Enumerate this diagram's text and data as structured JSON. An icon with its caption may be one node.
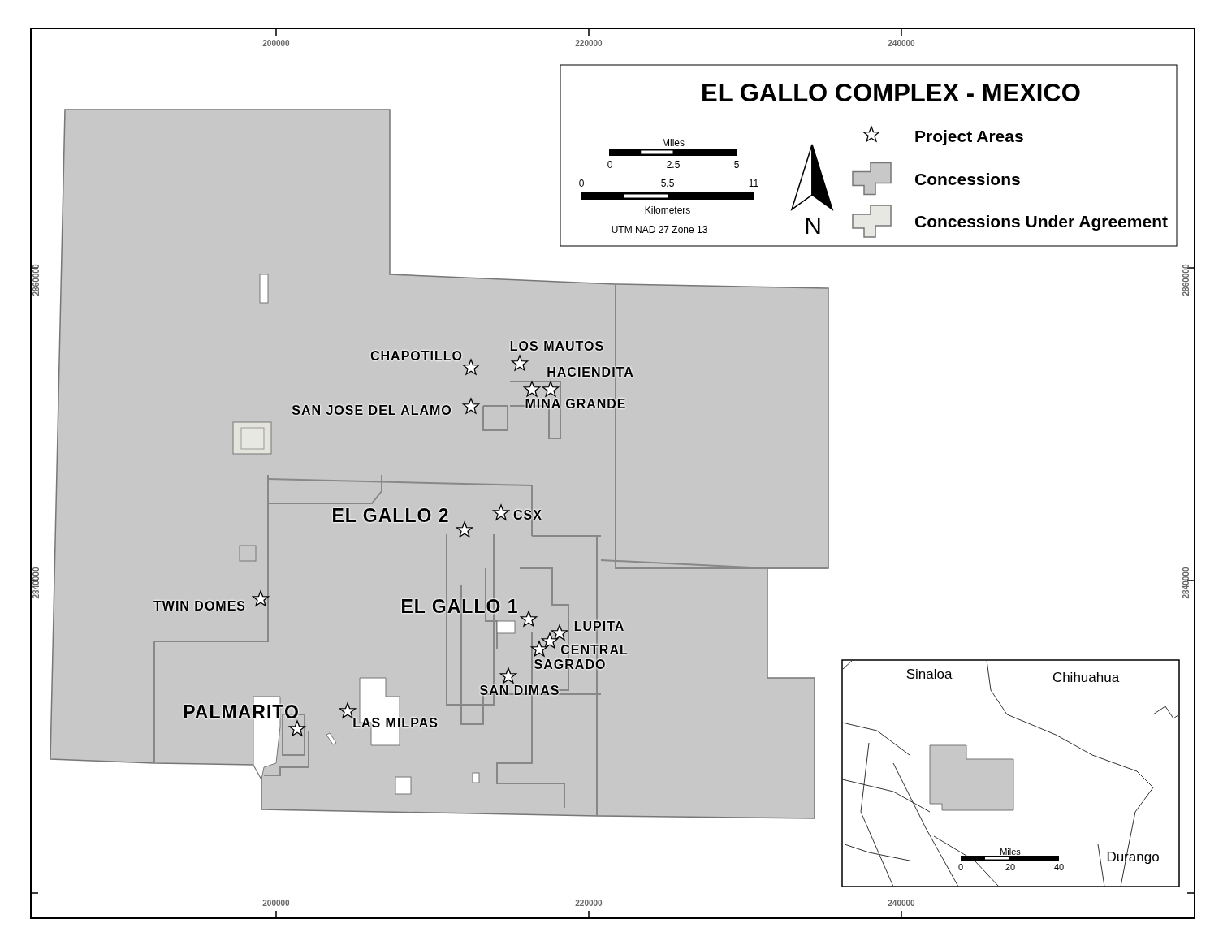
{
  "diagram": {
    "title": "EL GALLO COMPLEX - MEXICO",
    "labels": [
      "200000",
      "220000",
      "240000",
      "Miles",
      "0",
      "2.5",
      "5",
      "0",
      "5.5",
      "11",
      "Kilometers",
      "UTM NAD 27 Zone 13",
      "N",
      "2860000",
      "2860000",
      "LOS MAUTOS",
      "CHAPOTILLO",
      "HACIENDITA",
      "SAN JOSE DEL ALAMO",
      "MINA GRANDE",
      "EL GALLO 2",
      "CSX",
      "TWIN DOMES",
      "EL GALLO 1",
      "LUPITA",
      "CENTRAL",
      "SAGRADO",
      "SAN DIMAS",
      "PALMARITO",
      "LAS MILPAS",
      "2840000",
      "2840000",
      "Sinaloa",
      "Chihuahua",
      "Durango",
      "Miles",
      "0",
      "20",
      "40",
      "200000",
      "220000",
      "240000"
    ],
    "legend": [
      {
        "text": "Project Areas"
      },
      {
        "text": "Concessions",
        "color": "#c8c8c8"
      },
      {
        "text": "Concessions Under Agreement",
        "color": "#e8e8e2"
      }
    ]
  }
}
